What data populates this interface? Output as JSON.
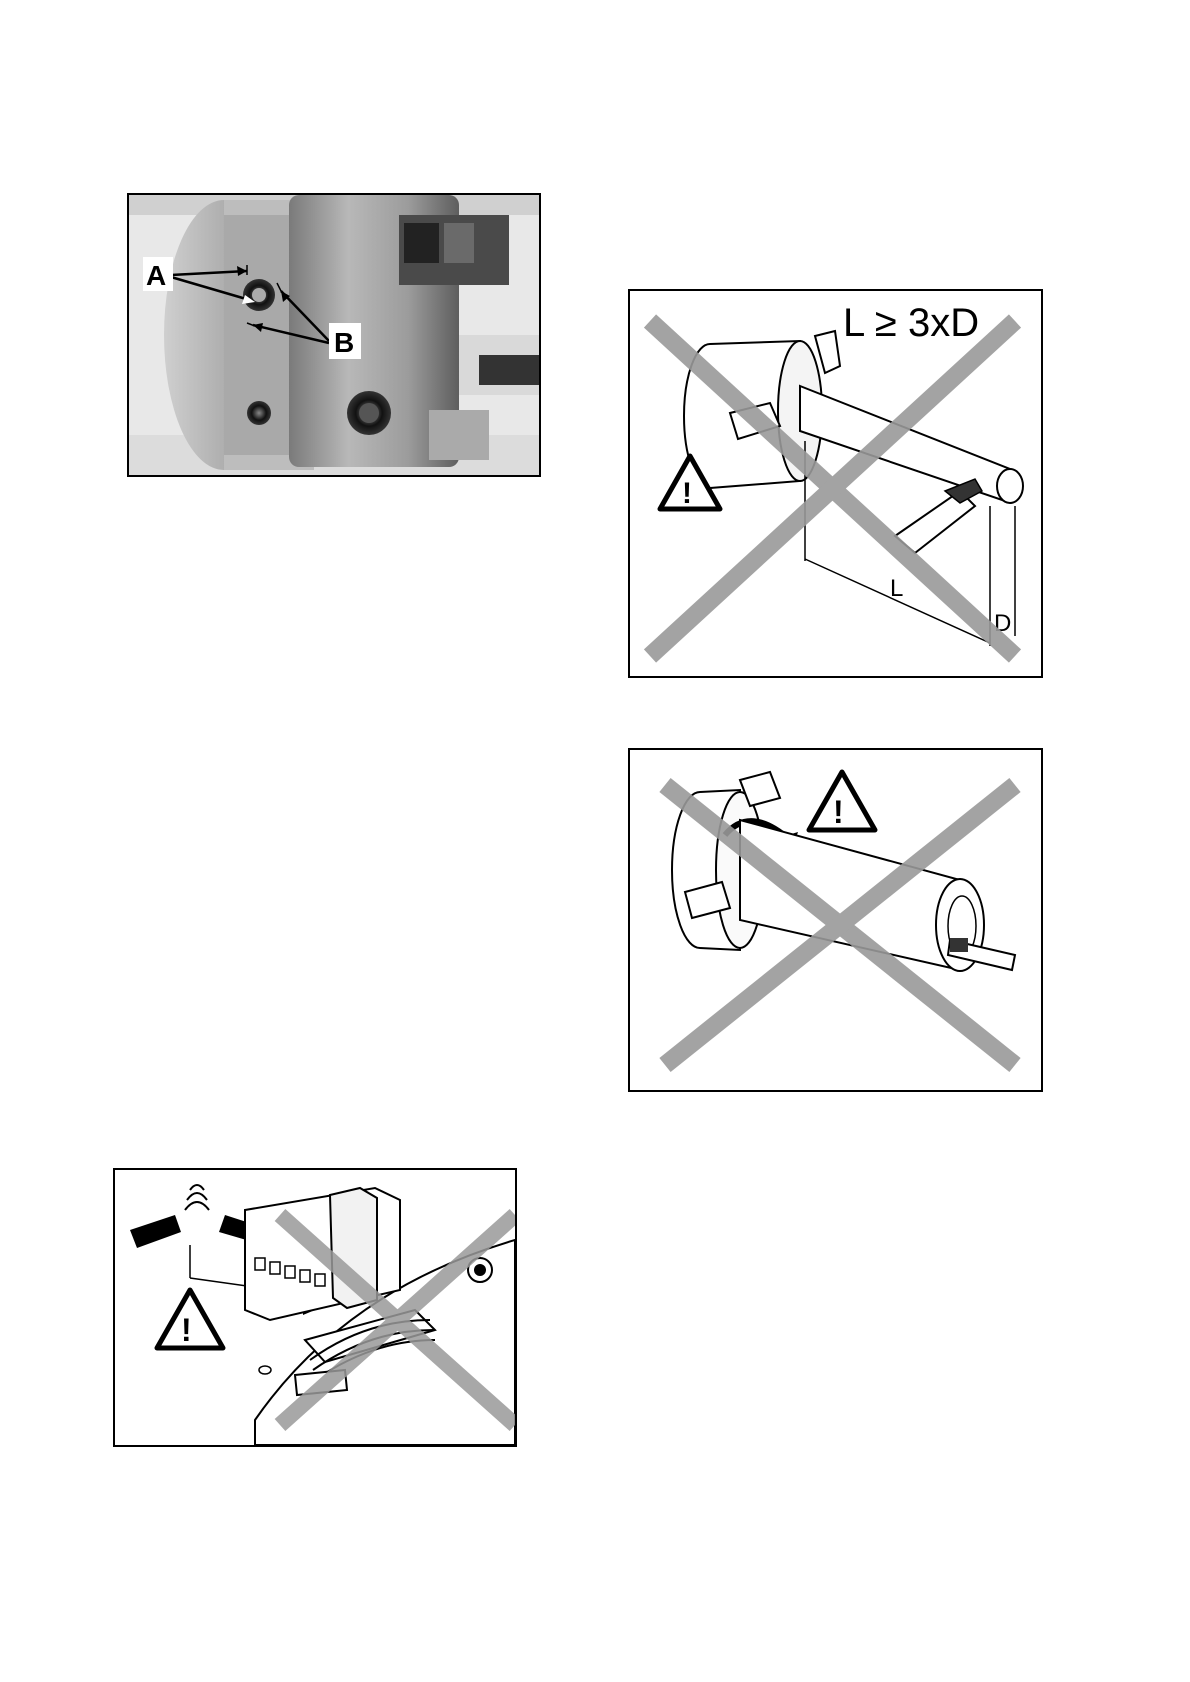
{
  "figures": {
    "chuck_photo": {
      "label_a": "A",
      "label_b": "B"
    },
    "long_workpiece": {
      "formula": "L ≥ 3xD",
      "dim_length": "L",
      "dim_diameter": "D",
      "warning_symbol": "!"
    },
    "chuck_overload": {
      "warning_symbol": "!"
    },
    "jaw_assembly": {
      "warning_symbol": "!"
    }
  },
  "colors": {
    "cross_hatch": "#9a9a9a",
    "ink": "#000000",
    "metal_dark": "#6e6e6e",
    "metal_light": "#b5b5b5"
  }
}
